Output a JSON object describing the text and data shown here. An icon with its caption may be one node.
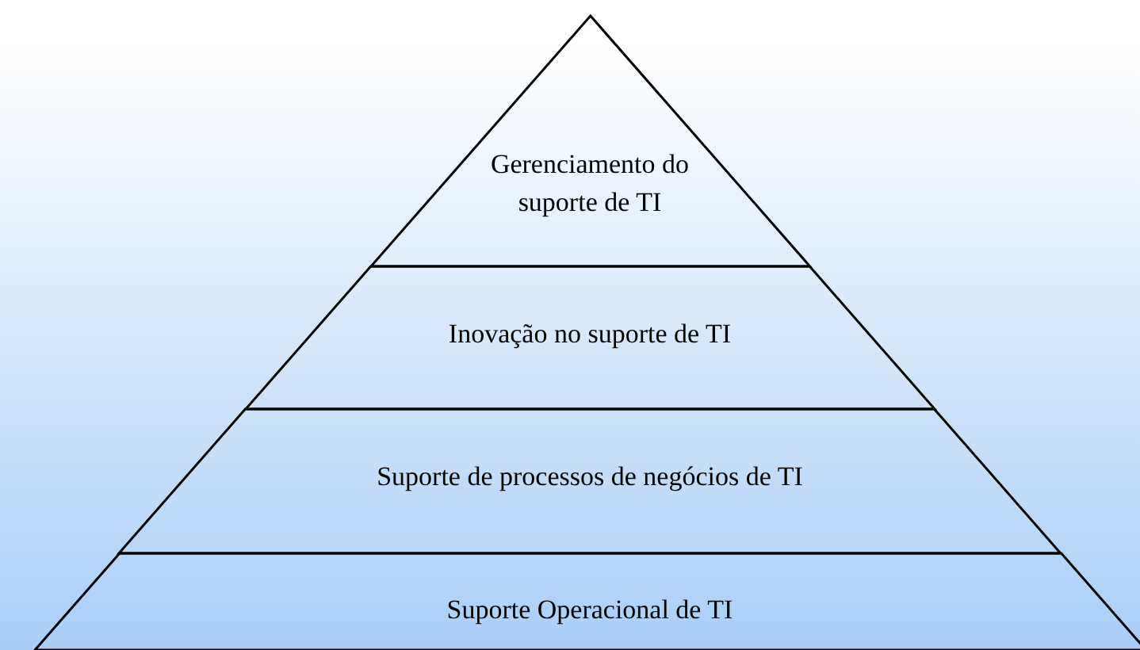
{
  "diagram": {
    "nodes": [
      {
        "text": [
          "Gerenciamento do suporte de TI"
        ]
      },
      {
        "text": [
          "Inovação no suporte de TI"
        ]
      },
      {
        "text": [
          "Suporte de processos de negócios de TI"
        ]
      },
      {
        "text": [
          "Suporte Operacional de TI"
        ]
      }
    ]
  }
}
